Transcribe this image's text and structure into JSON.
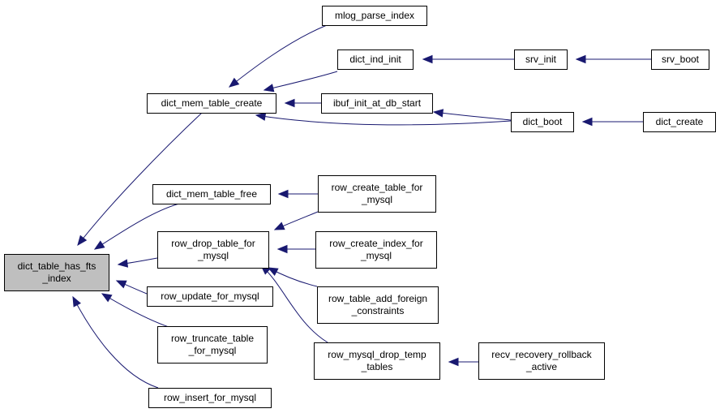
{
  "graph": {
    "colors": {
      "edge": "#191970",
      "root_fill": "#bfbfbf",
      "node_fill": "#ffffff",
      "border": "#000000"
    },
    "nodes": [
      {
        "id": "root",
        "lines": [
          "dict_table_has_fts",
          "_index"
        ],
        "highlight": true
      },
      {
        "id": "mlog",
        "lines": [
          "mlog_parse_index"
        ]
      },
      {
        "id": "dict_mem_table_create",
        "lines": [
          "dict_mem_table_create"
        ]
      },
      {
        "id": "dict_ind_init",
        "lines": [
          "dict_ind_init"
        ]
      },
      {
        "id": "srv_init",
        "lines": [
          "srv_init"
        ]
      },
      {
        "id": "srv_boot",
        "lines": [
          "srv_boot"
        ]
      },
      {
        "id": "ibuf",
        "lines": [
          "ibuf_init_at_db_start"
        ]
      },
      {
        "id": "dict_boot",
        "lines": [
          "dict_boot"
        ]
      },
      {
        "id": "dict_create",
        "lines": [
          "dict_create"
        ]
      },
      {
        "id": "dict_mem_table_free",
        "lines": [
          "dict_mem_table_free"
        ]
      },
      {
        "id": "row_create_table",
        "lines": [
          "row_create_table_for",
          "_mysql"
        ]
      },
      {
        "id": "row_drop_table",
        "lines": [
          "row_drop_table_for",
          "_mysql"
        ]
      },
      {
        "id": "row_create_index",
        "lines": [
          "row_create_index_for",
          "_mysql"
        ]
      },
      {
        "id": "row_update",
        "lines": [
          "row_update_for_mysql"
        ]
      },
      {
        "id": "row_table_add",
        "lines": [
          "row_table_add_foreign",
          "_constraints"
        ]
      },
      {
        "id": "row_truncate",
        "lines": [
          "row_truncate_table",
          "_for_mysql"
        ]
      },
      {
        "id": "row_mysql_drop",
        "lines": [
          "row_mysql_drop_temp",
          "_tables"
        ]
      },
      {
        "id": "recv",
        "lines": [
          "recv_recovery_rollback",
          "_active"
        ]
      },
      {
        "id": "row_insert",
        "lines": [
          "row_insert_for_mysql"
        ]
      }
    ],
    "edges": [
      [
        "root",
        "dict_mem_table_create"
      ],
      [
        "root",
        "dict_mem_table_free"
      ],
      [
        "root",
        "row_drop_table"
      ],
      [
        "root",
        "row_update"
      ],
      [
        "root",
        "row_truncate"
      ],
      [
        "root",
        "row_insert"
      ],
      [
        "dict_mem_table_create",
        "mlog"
      ],
      [
        "dict_mem_table_create",
        "dict_ind_init"
      ],
      [
        "dict_mem_table_create",
        "ibuf"
      ],
      [
        "dict_mem_table_create",
        "dict_boot"
      ],
      [
        "dict_ind_init",
        "srv_init"
      ],
      [
        "srv_init",
        "srv_boot"
      ],
      [
        "ibuf",
        "dict_boot"
      ],
      [
        "dict_boot",
        "dict_create"
      ],
      [
        "dict_mem_table_free",
        "row_create_table"
      ],
      [
        "row_drop_table",
        "row_create_table"
      ],
      [
        "row_drop_table",
        "row_create_index"
      ],
      [
        "row_drop_table",
        "row_table_add"
      ],
      [
        "row_drop_table",
        "row_mysql_drop"
      ],
      [
        "row_mysql_drop",
        "recv"
      ]
    ]
  }
}
